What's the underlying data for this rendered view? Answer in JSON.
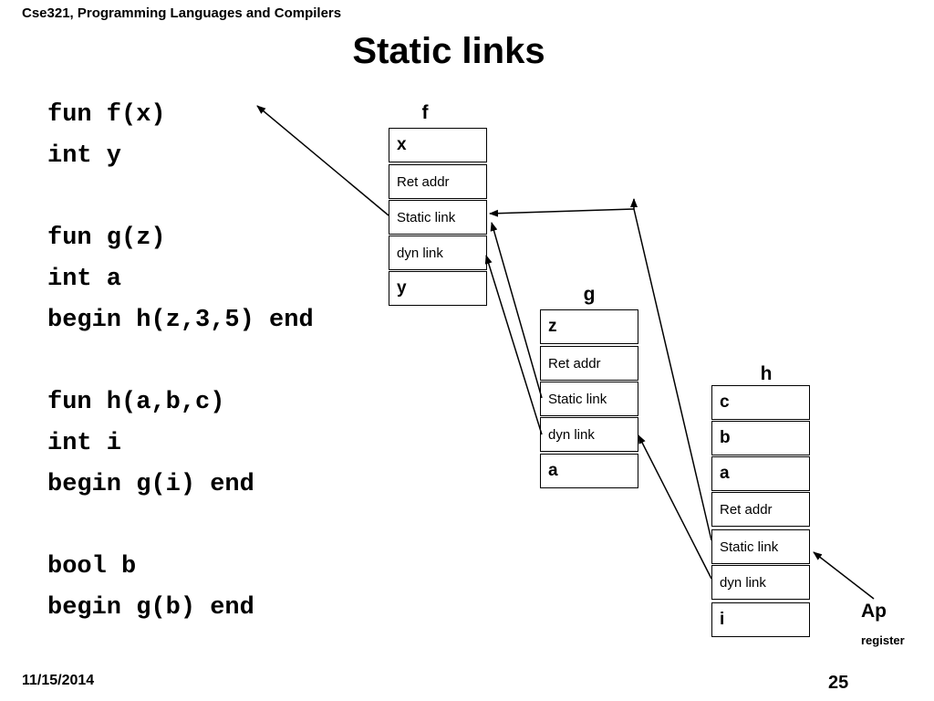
{
  "header": {
    "course": "Cse321, Programming Languages and Compilers"
  },
  "title": "Static links",
  "code": [
    "fun f(x)",
    "int y",
    "",
    "fun g(z)",
    "int a",
    "begin h(z,3,5) end",
    "",
    "fun h(a,b,c)",
    "int i",
    "begin g(i) end",
    "",
    "bool b",
    "begin g(b) end"
  ],
  "frames": {
    "f": {
      "label": "f",
      "slots": [
        "x",
        "Ret addr",
        "Static link",
        "dyn link",
        "y"
      ]
    },
    "g": {
      "label": "g",
      "slots": [
        "z",
        "Ret addr",
        "Static link",
        "dyn link",
        "a"
      ]
    },
    "h": {
      "label": "h",
      "slots": [
        "c",
        "b",
        "a",
        "Ret addr",
        "Static link",
        "dyn link",
        "i"
      ]
    }
  },
  "ap": {
    "label": "Ap",
    "sublabel": "register"
  },
  "footer": {
    "date": "11/15/2014",
    "page": "25"
  }
}
